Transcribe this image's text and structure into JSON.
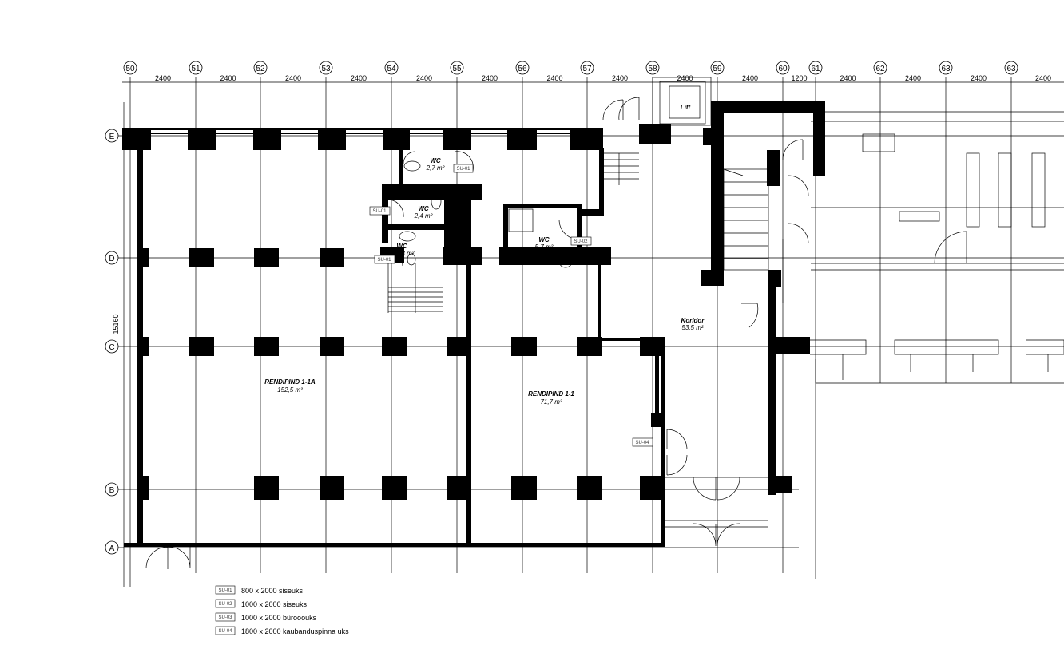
{
  "axes": {
    "columns": [
      "50",
      "51",
      "52",
      "53",
      "54",
      "55",
      "56",
      "57",
      "58",
      "59",
      "60",
      "61",
      "62",
      "63",
      "63"
    ],
    "rows": [
      "E",
      "D",
      "C",
      "B",
      "A"
    ],
    "dimensions": [
      "2400",
      "2400",
      "2400",
      "2400",
      "2400",
      "2400",
      "2400",
      "2400",
      "2400",
      "2400",
      "1200",
      "2400",
      "2400",
      "2400",
      "2400"
    ],
    "overall_depth": "15160"
  },
  "rooms": {
    "lift": "Lift",
    "wc1": {
      "name": "WC",
      "area": "2,7 m²"
    },
    "wc2": {
      "name": "WC",
      "area": "2,4 m²"
    },
    "wc3": {
      "name": "WC",
      "area": "1,8 m²"
    },
    "wc4": {
      "name": "WC",
      "area": "5,7 m²"
    },
    "corridor": {
      "name": "Koridor",
      "area": "53,5 m²"
    },
    "rent_1a": {
      "name": "RENDIPIND 1-1A",
      "area": "152,5 m²"
    },
    "rent_1": {
      "name": "RENDIPIND 1-1",
      "area": "71,7 m²"
    }
  },
  "door_tags": {
    "su01": "SU-01",
    "su02": "SU-02",
    "su04": "SU-04"
  },
  "legend": [
    {
      "code": "SU-01",
      "desc": "800 x 2000 siseuks"
    },
    {
      "code": "SU-02",
      "desc": "1000 x 2000 siseuks"
    },
    {
      "code": "SU-03",
      "desc": "1000 x 2000 bürooouks"
    },
    {
      "code": "SU-04",
      "desc": "1800 x 2000 kaubanduspinna uks"
    }
  ]
}
